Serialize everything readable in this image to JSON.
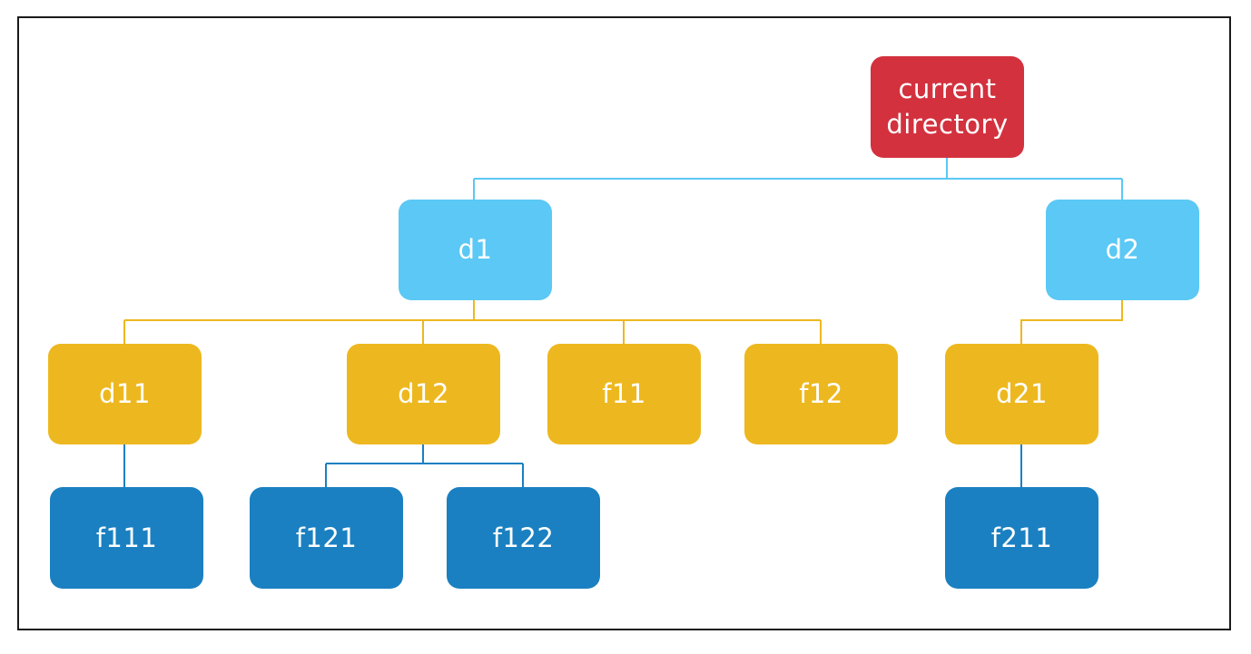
{
  "colors": {
    "root": "#d3313e",
    "level1": "#5bc8f5",
    "level2": "#edb81f",
    "level3": "#1a80c1",
    "frame": "#1a1a1a",
    "text": "#ffffff"
  },
  "nodes": {
    "root": {
      "line1": "current",
      "line2": "directory"
    },
    "d1": "d1",
    "d2": "d2",
    "d11": "d11",
    "d12": "d12",
    "f11": "f11",
    "f12": "f12",
    "d21": "d21",
    "f111": "f111",
    "f121": "f121",
    "f122": "f122",
    "f211": "f211"
  },
  "edges": [
    [
      "root",
      "d1"
    ],
    [
      "root",
      "d2"
    ],
    [
      "d1",
      "d11"
    ],
    [
      "d1",
      "d12"
    ],
    [
      "d1",
      "f11"
    ],
    [
      "d1",
      "f12"
    ],
    [
      "d2",
      "d21"
    ],
    [
      "d11",
      "f111"
    ],
    [
      "d12",
      "f121"
    ],
    [
      "d12",
      "f122"
    ],
    [
      "d21",
      "f211"
    ]
  ]
}
